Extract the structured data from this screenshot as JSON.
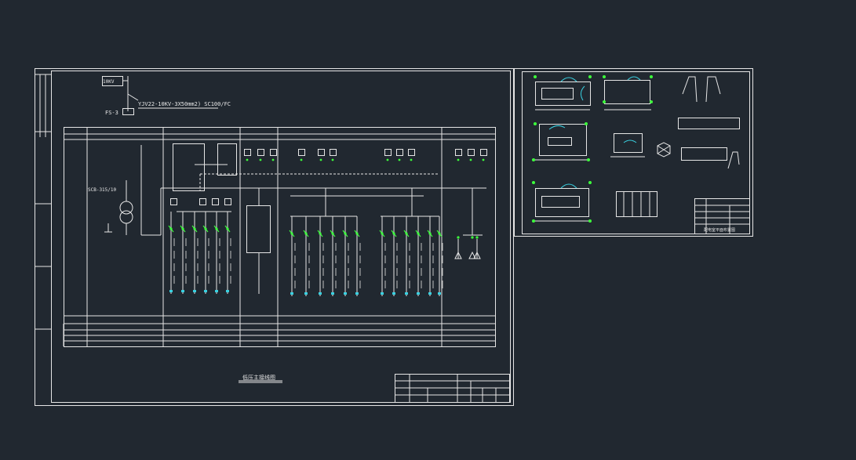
{
  "colors": {
    "background": "#212830",
    "line": "#e6e6e6",
    "dim": "#9aa0a6",
    "green": "#3cff3c",
    "cyan": "#39d0e0",
    "magenta": "#ff39ff"
  },
  "main_sheet": {
    "incoming_label": "10KV",
    "cable_spec": "YJV22-10KV-3X50mm2) SC100/FC",
    "meter_label": "FS-3",
    "transformer_label": "SCB-315/10",
    "drawing_title": "低压主接线图"
  },
  "side_sheet": {
    "caption": "配电室平面布置图"
  }
}
